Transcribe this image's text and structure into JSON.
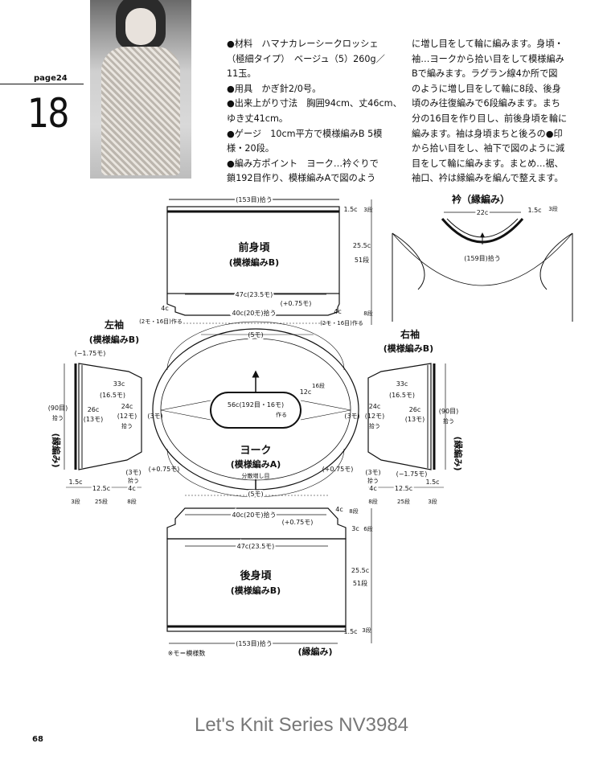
{
  "header": {
    "page_ref": "page24",
    "pattern_number": "18"
  },
  "instructions": {
    "col1": [
      "●材料　ハマナカレーシークロッシェ",
      "（極細タイプ）　ベージュ（5）260g／",
      "11玉。",
      "●用具　かぎ針2/0号。",
      "●出来上がり寸法　胸囲94cm、丈46cm、",
      "ゆき丈41cm。",
      "●ゲージ　10cm平方で模様編みB 5模",
      "様・20段。",
      "●編み方ポイント　ヨーク…衿ぐりで",
      "鎖192目作り、模様編みAで図のよう"
    ],
    "col2": [
      "に増し目をして輪に編みます。身頃・",
      "袖…ヨークから拾い目をして模様編み",
      "Bで編みます。ラグラン線4か所で図",
      "のように増し目をして輪に8段、後身",
      "頃のみ往復編みで6段編みます。まち",
      "分の16目を作り目し、前後身頃を輪に",
      "編みます。袖は身頃まちと後ろの●印",
      "から拾い目をし、袖下で図のように減",
      "目をして輪に編みます。まとめ…裾、",
      "袖口、衿は縁編みを編んで整えます。"
    ]
  },
  "diagram": {
    "front_title": "前身頃",
    "front_pattern": "(模様編みB)",
    "front_top_count": "(153目)拾う",
    "front_47": "47c(23.5モ)",
    "front_40": "40c(20モ)拾う",
    "front_plus075": "(+0.75モ)",
    "front_15c": "1.5c",
    "front_3dan": "3段",
    "front_255": "25.5c",
    "front_51": "51段",
    "front_4c": "4c",
    "front_8dan": "8段",
    "front_left_note": "(2モ・16目)作る",
    "front_right_note": "(2モ・16目)作る",
    "collar_title": "衿（縁編み）",
    "collar_22c": "22c",
    "collar_15c": "1.5c",
    "collar_3dan": "3段",
    "collar_count": "(159目)拾う",
    "yoke_title": "ヨーク",
    "yoke_pattern": "(模様編みA)",
    "yoke_note": "分散増し目",
    "yoke_center": "56c(192目・16モ)",
    "yoke_center_note": "作る",
    "yoke_12c": "12c",
    "yoke_16dan": "16段",
    "yoke_5mo_top": "(5モ)",
    "yoke_5mo_bottom": "(5モ)",
    "yoke_3mo_left": "(3モ)",
    "yoke_3mo_right": "(3モ)",
    "left_sleeve_title": "左袖",
    "left_sleeve_pattern": "(模様編みB)",
    "right_sleeve_title": "右袖",
    "right_sleeve_pattern": "(模様編みB)",
    "sleeve_minus175": "(−1.75モ)",
    "sleeve_33c": "33c",
    "sleeve_165": "(16.5モ)",
    "sleeve_26c": "26c",
    "sleeve_13mo": "(13モ)",
    "sleeve_24c": "24c",
    "sleeve_12mo": "(12モ)",
    "sleeve_pick": "拾う",
    "sleeve_90": "(90目)",
    "sleeve_90_pick": "拾う",
    "sleeve_edge": "(縁編み)",
    "sleeve_3mo": "(3モ)",
    "sleeve_pick2": "拾う",
    "sleeve_plus075": "(+0.75モ)",
    "sleeve_4c": "4c",
    "sleeve_125": "12.5c",
    "sleeve_15c": "1.5c",
    "sleeve_3dan": "3段",
    "sleeve_25dan": "25段",
    "sleeve_8dan": "8段",
    "back_title": "後身頃",
    "back_pattern": "(模様編みB)",
    "back_40": "40c(20モ)拾う",
    "back_plus075": "(+0.75モ)",
    "back_4c": "4c",
    "back_8dan": "8段",
    "back_3c": "3c",
    "back_6dan": "6段",
    "back_47": "47c(23.5モ)",
    "back_255": "25.5c",
    "back_51": "51段",
    "back_15c": "1.5c",
    "back_3dan": "3段",
    "back_bottom_count": "(153目)拾う",
    "back_edge": "(縁編み)",
    "footnote": "※モ＝模様数"
  },
  "footer": {
    "series": "Let's Knit Series NV3984",
    "page_number": "68"
  }
}
